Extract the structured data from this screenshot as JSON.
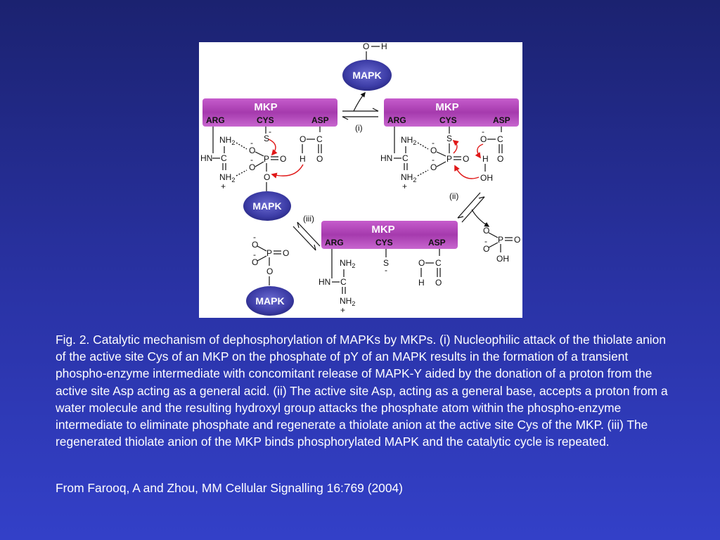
{
  "colors": {
    "background_top": "#1b2270",
    "background_bottom": "#3340c8",
    "mkp_bar": "#a040a8",
    "mapk_ellipse": "#3f3fa8",
    "red_arrow": "#e01818"
  },
  "figure": {
    "mkp_label": "MKP",
    "mapk_label": "MAPK",
    "residues": {
      "arg": "ARG",
      "cys": "CYS",
      "asp": "ASP"
    },
    "steps": {
      "i": "(i)",
      "ii": "(ii)",
      "iii": "(iii)"
    },
    "atoms": {
      "S": "S",
      "O": "O",
      "H": "H",
      "P": "P",
      "C": "C",
      "NH2": "NH",
      "sub2": "2",
      "HN": "HN",
      "OH": "OH",
      "plus": "+",
      "minus": "-"
    }
  },
  "caption": "Fig. 2. Catalytic mechanism of dephosphorylation of MAPKs by MKPs. (i) Nucleophilic attack of the thiolate anion of the active site Cys of an MKP on the phosphate of pY of an MAPK results in the formation of a transient phospho-enzyme intermediate with concomitant release of MAPK-Y aided by the donation of a proton from the active site Asp acting as a general acid. (ii) The active site Asp, acting as a general base, accepts a proton from a water molecule and the resulting hydroxyl group attacks the phosphate atom within the phospho-enzyme intermediate to eliminate phosphate and regenerate a thiolate anion at the active site Cys of the MKP. (iii) The regenerated thiolate anion of the MKP binds phosphorylated MAPK and the catalytic cycle is repeated.",
  "citation": "From Farooq, A and Zhou, MM Cellular Signalling 16:769 (2004)"
}
